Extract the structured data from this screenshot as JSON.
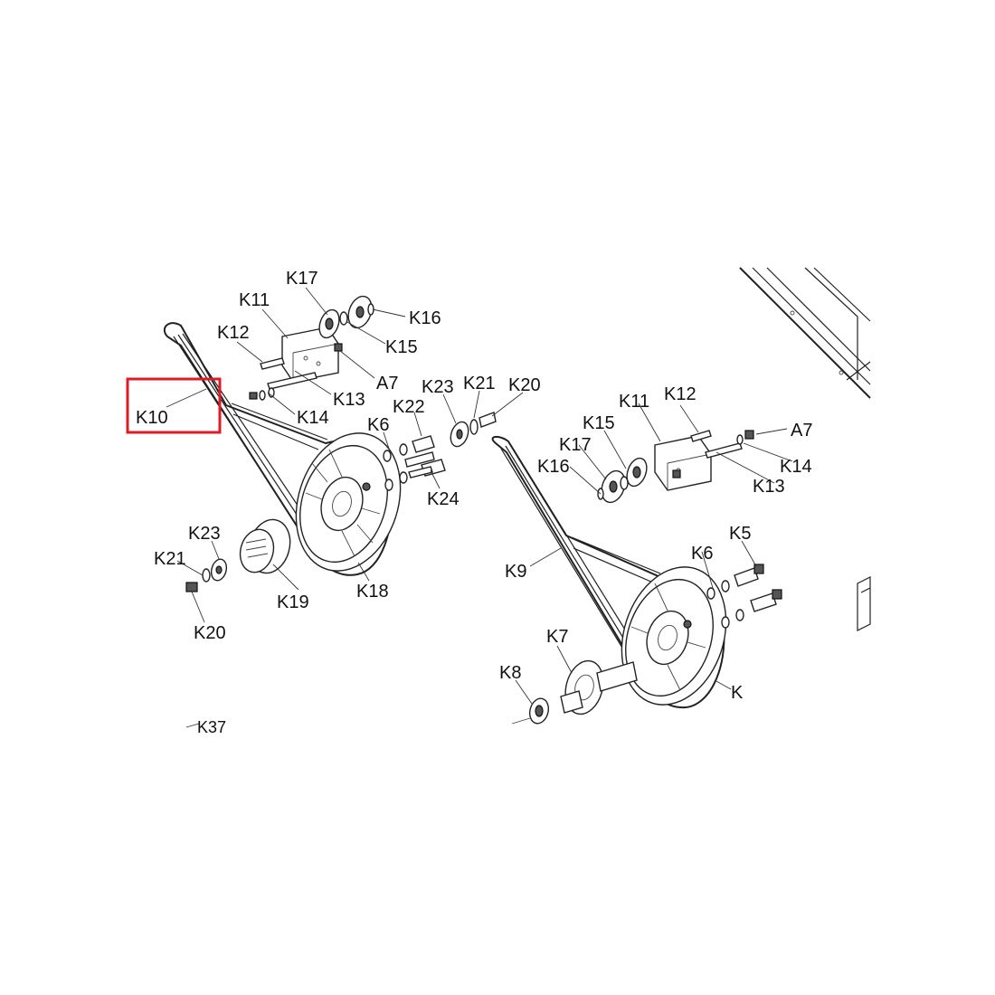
{
  "highlight": {
    "color": "#e01b24",
    "label": "K10"
  },
  "labels_left": {
    "K17": "K17",
    "K11": "K11",
    "K16": "K16",
    "K12": "K12",
    "K15": "K15",
    "A7": "A7",
    "K13": "K13",
    "K14": "K14",
    "K23a": "K23",
    "K21a": "K21",
    "K20a": "K20",
    "K6a": "K6",
    "K22": "K22",
    "K24": "K24",
    "K18": "K18",
    "K19": "K19",
    "K23b": "K23",
    "K21b": "K21",
    "K20b": "K20",
    "K37": "K37"
  },
  "labels_right": {
    "K12": "K12",
    "K11": "K11",
    "K15": "K15",
    "A7": "A7",
    "K17": "K17",
    "K16": "K16",
    "K14": "K14",
    "K13": "K13",
    "K5": "K5",
    "K6": "K6",
    "K9": "K9",
    "K7": "K7",
    "K8": "K8",
    "K": "K"
  }
}
